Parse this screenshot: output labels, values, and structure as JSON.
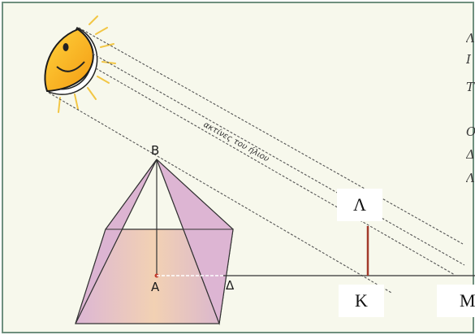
{
  "diagram": {
    "rays_label": "ακτίνες του ήλιου",
    "points": {
      "B": "Β",
      "A": "Α",
      "Delta": "Δ",
      "Lambda": "Λ",
      "K": "Κ",
      "M": "Μ"
    },
    "right_edge_glyphs": [
      "Λ",
      "Ι",
      "Τ",
      "Ο",
      "Δ",
      "Λ"
    ],
    "colors": {
      "background": "#f7f8ec",
      "frame": "#6f8f7e",
      "sun_face": "#f7b31a",
      "sun_rays": "#f2c644",
      "pyramid_fill": "#e2bdd3",
      "pole": "#a23a2a"
    }
  }
}
